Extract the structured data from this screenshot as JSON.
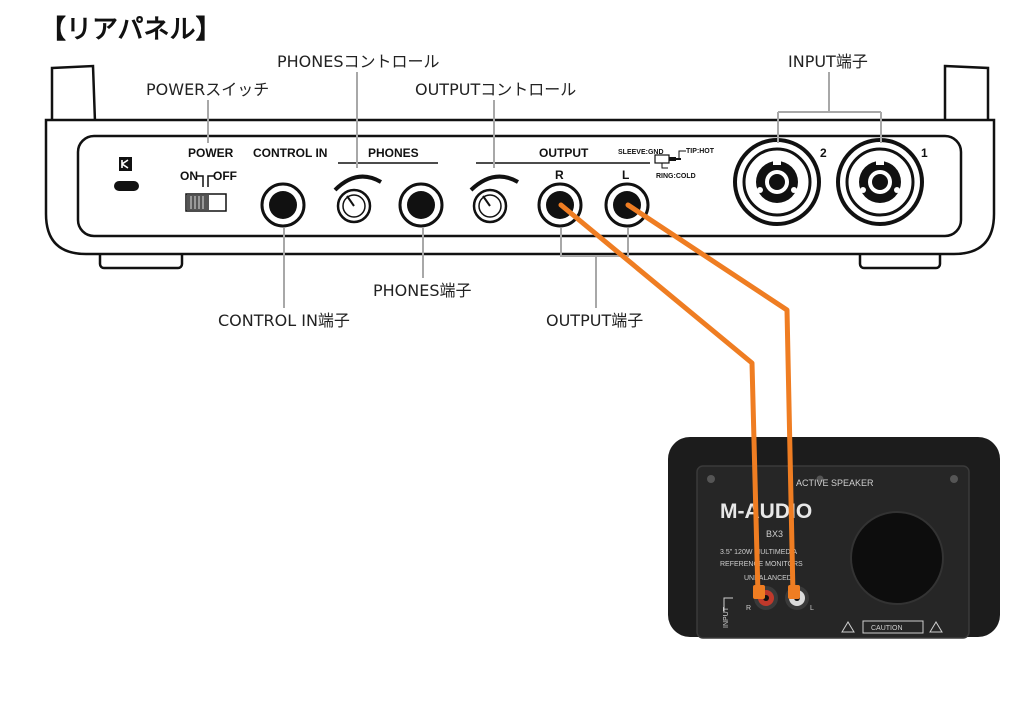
{
  "title": "【リアパネル】",
  "callouts": {
    "power_switch": "POWERスイッチ",
    "phones_control": "PHONESコントロール",
    "output_control": "OUTPUTコントロール",
    "input_jack": "INPUT端子",
    "phones_jack": "PHONES端子",
    "control_in_jack": "CONTROL IN端子",
    "output_jack": "OUTPUT端子"
  },
  "panel_labels": {
    "power": "POWER",
    "on": "ON",
    "off": "OFF",
    "control_in": "CONTROL IN",
    "phones": "PHONES",
    "output": "OUTPUT",
    "r": "R",
    "l": "L",
    "sleeve": "SLEEVE:GND",
    "tip": "TIP:HOT",
    "ring": "RING:COLD",
    "input2": "2",
    "input1": "1"
  },
  "speaker": {
    "active_speaker": "ACTIVE SPEAKER",
    "brand": "M-AUDIO",
    "model": "BX3",
    "desc1": "3.5\" 120W MULTIMEDIA",
    "desc2": "REFERENCE MONITORS",
    "unbalanced": "UNBALANCED",
    "r": "R",
    "l": "L",
    "input": "INPUT",
    "caution": "CAUTION"
  },
  "colors": {
    "cable": "#ef7d22",
    "leader": "#a8a8a8",
    "speaker_body": "#1c1c1c",
    "rca_red": "#c0392b",
    "rca_white": "#dcdcdc"
  }
}
